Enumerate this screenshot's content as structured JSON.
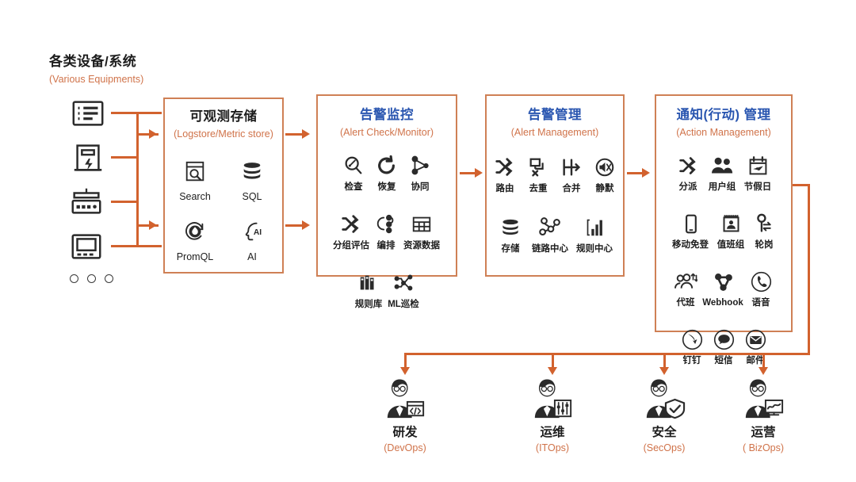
{
  "source": {
    "title_cn": "各类设备/系统",
    "title_en": "(Various Equipments)",
    "devices": [
      {
        "name": "server-rack-icon"
      },
      {
        "name": "power-cabinet-icon"
      },
      {
        "name": "network-device-icon"
      },
      {
        "name": "monitor-terminal-icon"
      }
    ],
    "more_indicator": "○ ○ ○"
  },
  "panels": [
    {
      "id": "storage",
      "title_cn": "可观测存储",
      "title_en": "(Logstore/Metric store)",
      "title_color": "#1d1d1d",
      "items": [
        {
          "label": "Search",
          "icon": "search-document-icon"
        },
        {
          "label": "SQL",
          "icon": "database-icon"
        },
        {
          "label": "PromQL",
          "icon": "promql-flame-icon"
        },
        {
          "label": "AI",
          "icon": "ai-head-icon"
        }
      ]
    },
    {
      "id": "monitor",
      "title_cn": "告警监控",
      "title_en": "(Alert Check/Monitor)",
      "title_color": "#2a56b0",
      "items": [
        {
          "label": "检查",
          "icon": "magnifier-check-icon"
        },
        {
          "label": "恢复",
          "icon": "refresh-recover-icon"
        },
        {
          "label": "协同",
          "icon": "collaborate-nodes-icon"
        },
        {
          "label": "分组评估",
          "icon": "shuffle-group-icon"
        },
        {
          "label": "编排",
          "icon": "orchestration-icon"
        },
        {
          "label": "资源数据",
          "icon": "table-grid-icon"
        },
        {
          "label": "规则库",
          "icon": "books-library-icon"
        },
        {
          "label": "ML巡检",
          "icon": "ml-circuit-icon"
        }
      ]
    },
    {
      "id": "alert",
      "title_cn": "告警管理",
      "title_en": "(Alert Management)",
      "title_color": "#2a56b0",
      "items": [
        {
          "label": "路由",
          "icon": "shuffle-route-icon"
        },
        {
          "label": "去重",
          "icon": "dedupe-icon"
        },
        {
          "label": "合并",
          "icon": "merge-icon"
        },
        {
          "label": "静默",
          "icon": "mute-speaker-icon"
        },
        {
          "label": "存储",
          "icon": "database-icon"
        },
        {
          "label": "链路中心",
          "icon": "trace-nodes-icon"
        },
        {
          "label": "规则中心",
          "icon": "bar-chart-rules-icon"
        }
      ]
    },
    {
      "id": "action",
      "title_cn": "通知(行动) 管理",
      "title_en": "(Action Management)",
      "title_color": "#2a56b0",
      "items": [
        {
          "label": "分派",
          "icon": "shuffle-dispatch-icon"
        },
        {
          "label": "用户组",
          "icon": "user-group-icon"
        },
        {
          "label": "节假日",
          "icon": "holiday-calendar-icon"
        },
        {
          "label": "移动免登",
          "icon": "mobile-phone-icon"
        },
        {
          "label": "值班组",
          "icon": "duty-roster-icon"
        },
        {
          "label": "轮岗",
          "icon": "rotation-user-icon"
        },
        {
          "label": "代班",
          "icon": "substitute-user-icon"
        },
        {
          "label": "Webhook",
          "icon": "webhook-icon"
        },
        {
          "label": "语音",
          "icon": "voice-call-icon"
        },
        {
          "label": "钉钉",
          "icon": "dingtalk-icon"
        },
        {
          "label": "短信",
          "icon": "sms-bubble-icon"
        },
        {
          "label": "邮件",
          "icon": "email-envelope-icon"
        }
      ]
    }
  ],
  "personas": [
    {
      "cn": "研发",
      "en": "(DevOps)",
      "icon": "persona-devops-icon"
    },
    {
      "cn": "运维",
      "en": "(ITOps)",
      "icon": "persona-itops-icon"
    },
    {
      "cn": "安全",
      "en": "(SecOps)",
      "icon": "persona-secops-icon"
    },
    {
      "cn": "运营",
      "en": "( BizOps)",
      "icon": "persona-bizops-icon"
    }
  ],
  "colors": {
    "panel_border": "#cf8055",
    "connector": "#d2622e",
    "accent_orange": "#d0734a",
    "title_blue": "#2a56b0",
    "icon_dark": "#2b2b2b"
  }
}
